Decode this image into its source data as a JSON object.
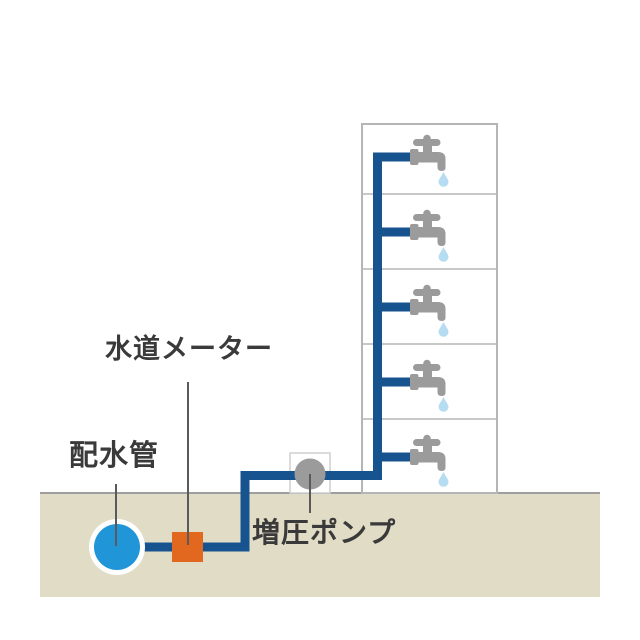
{
  "diagram": {
    "labels": {
      "water_main": "配水管",
      "water_meter": "水道メーター",
      "booster_pump": "増圧ポンプ"
    },
    "building": {
      "floors": 5,
      "faucets_per_floor": 1
    },
    "colors": {
      "pipe": "#17538f",
      "water_main_blue": "#2095d8",
      "meter_orange": "#e2671f",
      "pump_gray": "#9b9b9b",
      "faucet_gray": "#9b9b9b",
      "drop_blue": "#b5dcf0",
      "ground_beige": "#e0dcc5"
    }
  }
}
